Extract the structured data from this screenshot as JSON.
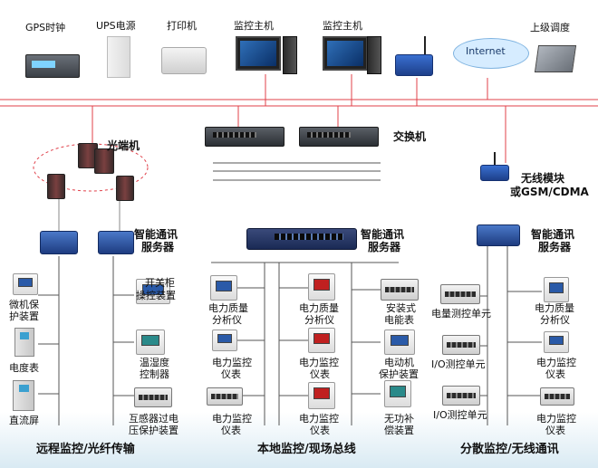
{
  "top": {
    "gps": "GPS时钟",
    "ups": "UPS电源",
    "printer": "打印机",
    "host1": "监控主机",
    "host2": "监控主机",
    "internet": "Internet",
    "upper": "上级调度"
  },
  "mid": {
    "switch": "交换机",
    "fiber": "光端机",
    "wireless_line1": "无线模块",
    "wireless_line2": "或GSM/CDMA"
  },
  "servers": {
    "left_line1": "智能通讯",
    "left_line2": "服务器",
    "center_line1": "智能通讯",
    "center_line2": "服务器",
    "right_line1": "智能通讯",
    "right_line2": "服务器"
  },
  "left_devices": {
    "micro1": "微机保",
    "micro2": "护装置",
    "meter": "电度表",
    "dc": "直流屏",
    "switchgear1": "开关柜",
    "switchgear2": "操控装置",
    "temp1": "温湿度",
    "temp2": "控制器",
    "ct1": "互感器过电",
    "ct2": "压保护装置"
  },
  "center_devices": {
    "pq1_line1": "电力质量",
    "pq1_line2": "分析仪",
    "mon1_line1": "电力监控",
    "mon1_line2": "仪表",
    "mon2_line1": "电力监控",
    "mon2_line2": "仪表",
    "pq2_line1": "电力质量",
    "pq2_line2": "分析仪",
    "mon3_line1": "电力监控",
    "mon3_line2": "仪表",
    "mon4_line1": "电力监控",
    "mon4_line2": "仪表",
    "install1": "安装式",
    "install2": "电能表",
    "motor1": "电动机",
    "motor2": "保护装置",
    "reactive1": "无功补",
    "reactive2": "偿装置"
  },
  "right_devices": {
    "energy": "电量测控单元",
    "io1": "I/O测控单元",
    "io2": "I/O测控单元",
    "pq_line1": "电力质量",
    "pq_line2": "分析仪",
    "mon1_line1": "电力监控",
    "mon1_line2": "仪表",
    "mon2_line1": "电力监控",
    "mon2_line2": "仪表"
  },
  "bottom": {
    "left": "远程监控/光纤传输",
    "center": "本地监控/现场总线",
    "right": "分散监控/无线通讯"
  }
}
